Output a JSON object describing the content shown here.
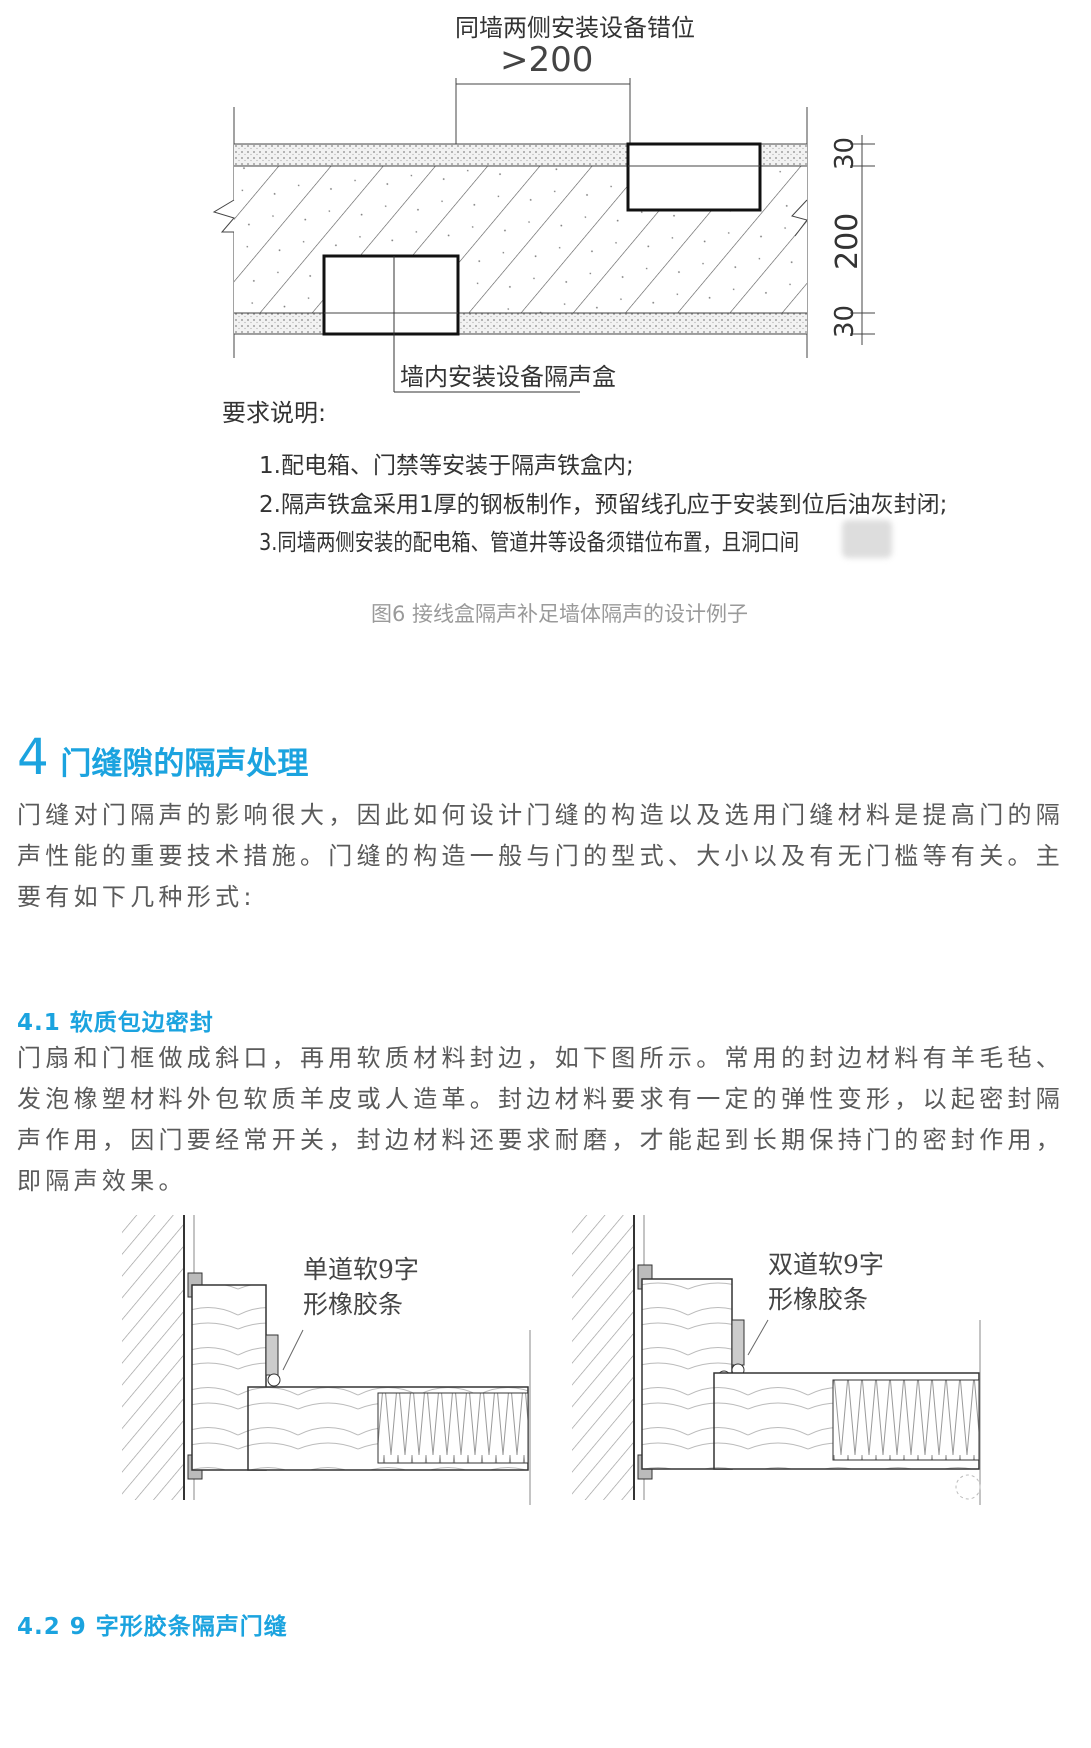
{
  "figure6": {
    "top_label": "同墙两侧安装设备错位",
    "offset_dim": ">200",
    "dims": [
      "30",
      "200",
      "30"
    ],
    "box_label": "墙内安装设备隔声盒",
    "notes_title": "要求说明:",
    "notes": [
      "1.配电箱、门禁等安装于隔声铁盒内;",
      "2.隔声铁盒采用1厚的钢板制作，预留线孔应于安装到位后油灰封闭;",
      "3.同墙两侧安装的配电箱、管道井等设备须错位布置，且洞口间"
    ],
    "caption": "图6 接线盒隔声补足墙体隔声的设计例子"
  },
  "section4": {
    "number": "4",
    "title": "门缝隙的隔声处理",
    "lines": [
      "门缝对门隔声的影响很大，因此如何设计门缝的构造以及选用门缝材料是提高门的隔",
      "声性能的重要技术措施。门缝的构造一般与门的型式、大小以及有无门槛等有关。主",
      "要有如下几种形式:"
    ]
  },
  "section41": {
    "title": "4.1 软质包边密封",
    "lines": [
      "门扇和门框做成斜口，再用软质材料封边，如下图所示。常用的封边材料有羊毛毡、",
      "发泡橡塑材料外包软质羊皮或人造革。封边材料要求有一定的弹性变形，以起密封隔",
      "声作用，因门要经常开关，封边材料还要求耐磨，才能起到长期保持门的密封作用，",
      "即隔声效果。"
    ],
    "figures": [
      {
        "label_line1": "单道软9字",
        "label_line2": "形橡胶条"
      },
      {
        "label_line1": "双道软9字",
        "label_line2": "形橡胶条"
      }
    ]
  },
  "section42": {
    "title": "4.2 9 字形胶条隔声门缝"
  }
}
